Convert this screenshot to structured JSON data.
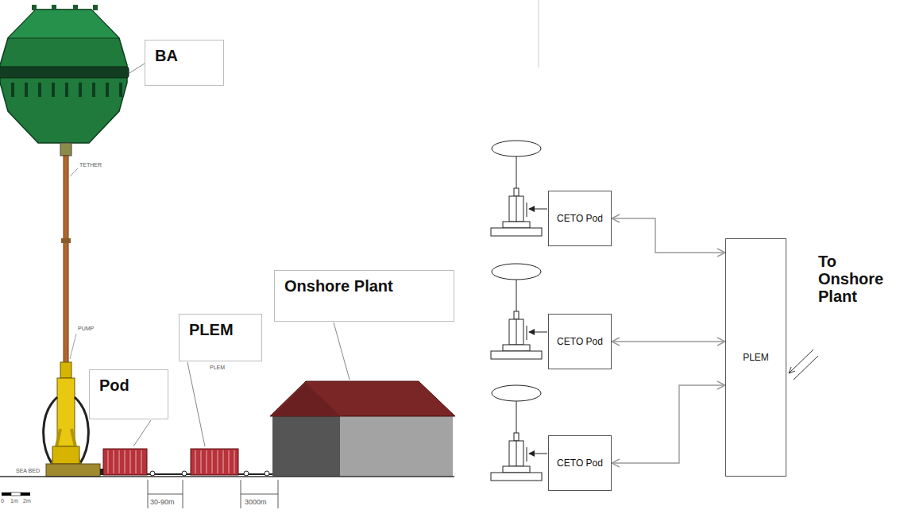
{
  "diagram": {
    "nodes": [
      {
        "text": [
          "BA"
        ]
      },
      {
        "text": [
          "Pod"
        ]
      },
      {
        "text": [
          "PLEM"
        ]
      },
      {
        "text": [
          "Onshore Plant"
        ]
      },
      {
        "text": [
          "CETO Pod"
        ]
      },
      {
        "text": [
          "CETO Pod"
        ]
      },
      {
        "text": [
          "CETO Pod"
        ]
      },
      {
        "text": [
          "PLEM"
        ]
      }
    ],
    "edges": [
      {
        "from": 4,
        "to": 7,
        "arrow": "both"
      },
      {
        "from": 5,
        "to": 7,
        "arrow": "both"
      },
      {
        "from": 6,
        "to": 7,
        "arrow": "both"
      }
    ],
    "labels": [
      "TETHER",
      "PUMP",
      "SEA BED",
      "PLEM",
      "30-90m",
      "3000m",
      "0",
      "1m",
      "2m",
      "To Onshore Plant"
    ]
  }
}
